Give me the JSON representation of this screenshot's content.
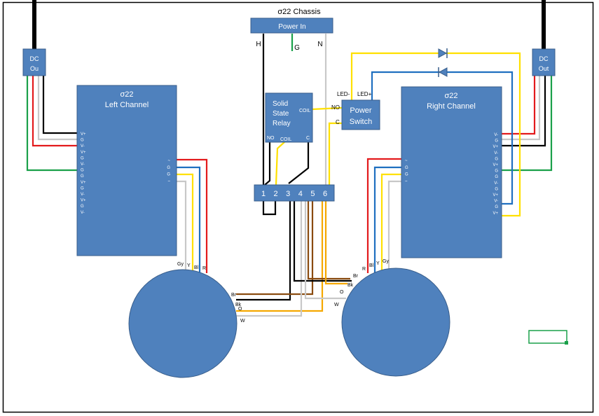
{
  "chassis_title": "σ22 Chassis",
  "power_in": {
    "label": "Power In",
    "hot": "H",
    "ground": "G",
    "neutral": "N"
  },
  "dc_out_left": {
    "line1": "DC",
    "line2": "Ou"
  },
  "dc_out_right": {
    "line1": "DC",
    "line2": "Out"
  },
  "left_channel": {
    "title_line1": "σ22",
    "title_line2": "Left Channel",
    "pins_left": [
      "V+",
      "G",
      "V-",
      "V+",
      "G",
      "V-",
      "G",
      "G",
      "V+",
      "G",
      "V-",
      "V+",
      "G",
      "V-"
    ],
    "pins_right": [
      "~",
      "G",
      "G",
      "~"
    ]
  },
  "right_channel": {
    "title_line1": "σ22",
    "title_line2": "Right Channel",
    "pins_right": [
      "V-",
      "G",
      "V+",
      "V-",
      "G",
      "V+",
      "G",
      "G",
      "V-",
      "G",
      "V+",
      "V-",
      "G",
      "V+"
    ],
    "pins_left": [
      "~",
      "G",
      "G",
      "~"
    ]
  },
  "relay": {
    "line1": "Solid",
    "line2": "State",
    "line3": "Relay",
    "coil_right": "COIL",
    "no": "NO",
    "coil_bottom": "COIL",
    "c": "C"
  },
  "power_switch": {
    "line1": "Power",
    "line2": "Switch",
    "no": "NO",
    "c": "C",
    "led_minus": "LED-",
    "led_plus": "LED+"
  },
  "terminal_block": [
    "1",
    "2",
    "3",
    "4",
    "5",
    "6"
  ],
  "left_speaker_wires": {
    "gy": "Gy",
    "y": "Y",
    "bl": "Bl",
    "r": "R"
  },
  "right_speaker_wires": {
    "r": "R",
    "bl": "Bl",
    "y": "Y",
    "gy": "Gy"
  },
  "left_cable": {
    "br": "Br",
    "bk": "Bk",
    "o": "O",
    "w": "W"
  },
  "right_cable": {
    "br": "Br",
    "bk": "Bk",
    "o": "O",
    "w": "W"
  },
  "colors": {
    "box_fill": "#4f81bd",
    "box_stroke": "#385d8a",
    "red": "#e31a1c",
    "green": "#1aa04a",
    "blue": "#1f6fc0",
    "yellow": "#ffe000",
    "orange": "#f5a800",
    "brown": "#8a4b0f",
    "gray": "#c8c8c8"
  }
}
